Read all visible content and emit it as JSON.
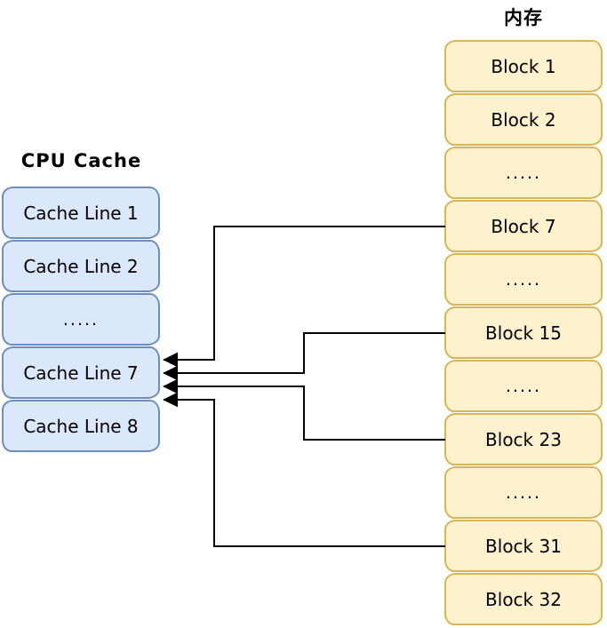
{
  "cache": {
    "title": "CPU Cache",
    "items": [
      {
        "label": "Cache Line 1"
      },
      {
        "label": "Cache Line 2"
      },
      {
        "label": "....."
      },
      {
        "label": "Cache Line 7"
      },
      {
        "label": "Cache Line 8"
      }
    ]
  },
  "memory": {
    "title": "内存",
    "items": [
      {
        "label": "Block 1"
      },
      {
        "label": "Block 2"
      },
      {
        "label": "....."
      },
      {
        "label": "Block 7"
      },
      {
        "label": "....."
      },
      {
        "label": "Block 15"
      },
      {
        "label": "....."
      },
      {
        "label": "Block 23"
      },
      {
        "label": "....."
      },
      {
        "label": "Block 31"
      },
      {
        "label": "Block 32"
      }
    ]
  },
  "connections": [
    {
      "from": "Block 7",
      "to": "Cache Line 7"
    },
    {
      "from": "Block 15",
      "to": "Cache Line 7"
    },
    {
      "from": "Block 23",
      "to": "Cache Line 7"
    },
    {
      "from": "Block 31",
      "to": "Cache Line 7"
    }
  ],
  "colors": {
    "cache_fill": "#dbe8fb",
    "cache_border": "#6c8ebf",
    "memory_fill": "#fdf1ce",
    "memory_border": "#d6b656",
    "line": "#000000"
  }
}
